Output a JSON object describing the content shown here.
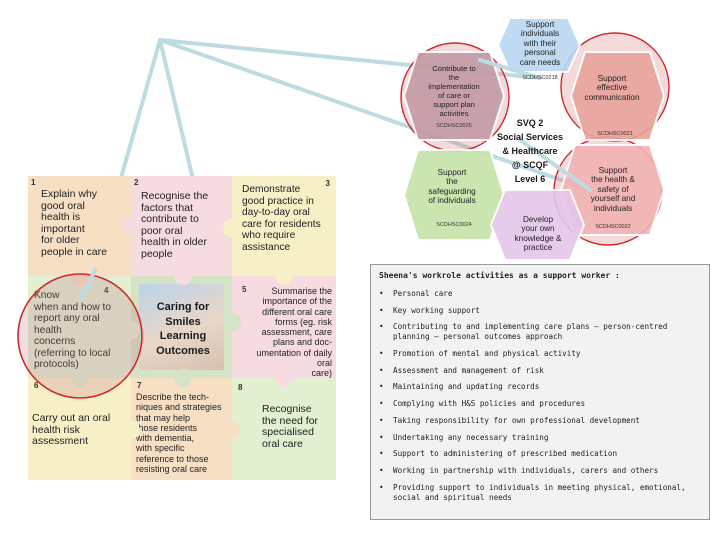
{
  "grid": {
    "cells": [
      {
        "num": "1",
        "text": "Explain why\ngood oral\nhealth is\nimportant\nfor older\npeople in care"
      },
      {
        "num": "2",
        "text": "Recognise the\nfactors that\ncontribute to\npoor oral\nhealth in older\npeople"
      },
      {
        "num": "3",
        "text": "Demonstrate\ngood practice in\nday-to-day oral\ncare for residents\nwho require\nassistance"
      },
      {
        "num": "4",
        "text": "Know\nwhen and how to\nreport any oral\nhealth\nconcerns\n(referring to local\nprotocols)"
      },
      {
        "num": "",
        "text": "Caring for\nSmiles\nLearning\nOutcomes"
      },
      {
        "num": "5",
        "text": "Summarise the\nimportance of the\ndifferent oral care\nforms (eg. risk\nassessment, care\nplans and doc-\numentation of daily\noral\ncare)"
      },
      {
        "num": "6",
        "text": "Carry out an oral\nhealth risk\nassessment"
      },
      {
        "num": "7",
        "text": "Describe the tech-\nniques and strategies\nthat may help\nthose residents\nwith dementia,\nwith specific\nreference to those\nresisting oral care"
      },
      {
        "num": "8",
        "text": "Recognise\nthe need for\nspecialised\noral care"
      }
    ]
  },
  "hexagons": [
    {
      "text": "Support\nindividuals\nwith their\npersonal\ncare needs",
      "code": "SCDHSC0218",
      "color": "#b9d6f0"
    },
    {
      "text": "Contribute to\nthe\nimplementation\nof care or\nsupport plan\nactivities",
      "code": "SCDHSC0025",
      "color": "#c39aa5"
    },
    {
      "text": "Support\neffective\ncommunication",
      "code": "SCDHSC0021",
      "color": "#e8a39b"
    },
    {
      "text": "Support\nthe\nsafeguarding\nof individuals",
      "code": "SCDHSC0024",
      "color": "#c6e3a8"
    },
    {
      "text": "Support\nthe health &\nsafety of\nyourself and\nindividuals",
      "code": "SCDHSC0022",
      "color": "#f1b3b3"
    },
    {
      "text": "Develop\nyour own\nknowledge &\npractice",
      "code": "",
      "color": "#e4c6ec"
    }
  ],
  "center_label": "SVQ 2\nSocial Services\n& Healthcare\n@ SCQF\nLevel 6",
  "panel": {
    "title": "Sheena's workrole activities as a support worker :",
    "items": [
      "Personal care",
      "Key working support",
      "Contributing to and implementing care plans — person-centred planning — personal outcomes approach",
      "Promotion of mental and physical activity",
      "Assessment and management of risk",
      "Maintaining and updating records",
      "Complying with H&S policies and procedures",
      "Taking responsibility for own professional development",
      "Undertaking any necessary training",
      "Support to administering of prescribed medication",
      "Working in partnership with individuals, carers and others",
      "Providing support to individuals in meeting physical, emotional, social and spiritual needs"
    ]
  },
  "colors": {
    "cell_peach": "#f7dfc3",
    "cell_pink": "#f6dbe0",
    "cell_yellow": "#f7f0c6",
    "cell_green": "#e2efd0",
    "circle_red": "#d22a2a",
    "line_blue": "#bcdbe3"
  }
}
